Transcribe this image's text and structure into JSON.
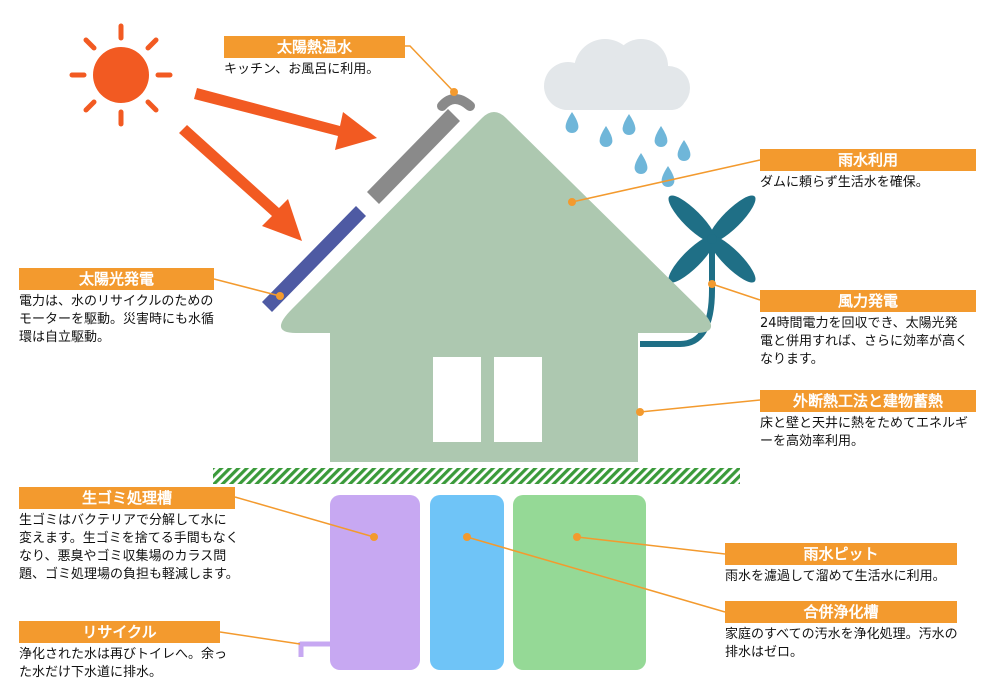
{
  "callouts": {
    "solar_thermal": {
      "title": "太陽熱温水",
      "text": "キッチン、お風呂に利用。"
    },
    "solar_power": {
      "title": "太陽光発電",
      "text": "電力は、水のリサイクルのためのモーターを駆動。災害時にも水循環は自立駆動。"
    },
    "rainwater_use": {
      "title": "雨水利用",
      "text": "ダムに頼らず生活水を確保。"
    },
    "wind_power": {
      "title": "風力発電",
      "text": "24時間電力を回収でき、太陽光発電と併用すれば、さらに効率が高くなります。"
    },
    "insulation": {
      "title": "外断熱工法と建物蓄熱",
      "text": "床と壁と天井に熱をためてエネルギーを高効率利用。"
    },
    "garbage_tank": {
      "title": "生ゴミ処理槽",
      "text": "生ゴミはバクテリアで分解して水に変えます。生ゴミを捨てる手間もなくなり、悪臭やゴミ収集場のカラス問題、ゴミ処理場の負担も軽減します。"
    },
    "recycle": {
      "title": "リサイクル",
      "text": "浄化された水は再びトイレへ。余った水だけ下水道に排水。"
    },
    "rain_pit": {
      "title": "雨水ピット",
      "text": "雨水を濾過して溜めて生活水に利用。"
    },
    "septic_tank": {
      "title": "合併浄化槽",
      "text": "家庭のすべての汚水を浄化処理。汚水の排水はゼロ。"
    }
  },
  "colors": {
    "accent": "#f39a2e",
    "sun": "#f25a22",
    "house": "#adc8b0",
    "solar_panel": "#4e5aa3",
    "thermal_panel": "#8a8a8a",
    "turbine": "#1f6f86",
    "rain_drop": "#6fb6d9",
    "cloud": "#e3e7ea",
    "ground": "#3a9a3a",
    "tank_purple": "#c7a8f2",
    "tank_blue": "#6fc4f7",
    "tank_green": "#95d996"
  }
}
